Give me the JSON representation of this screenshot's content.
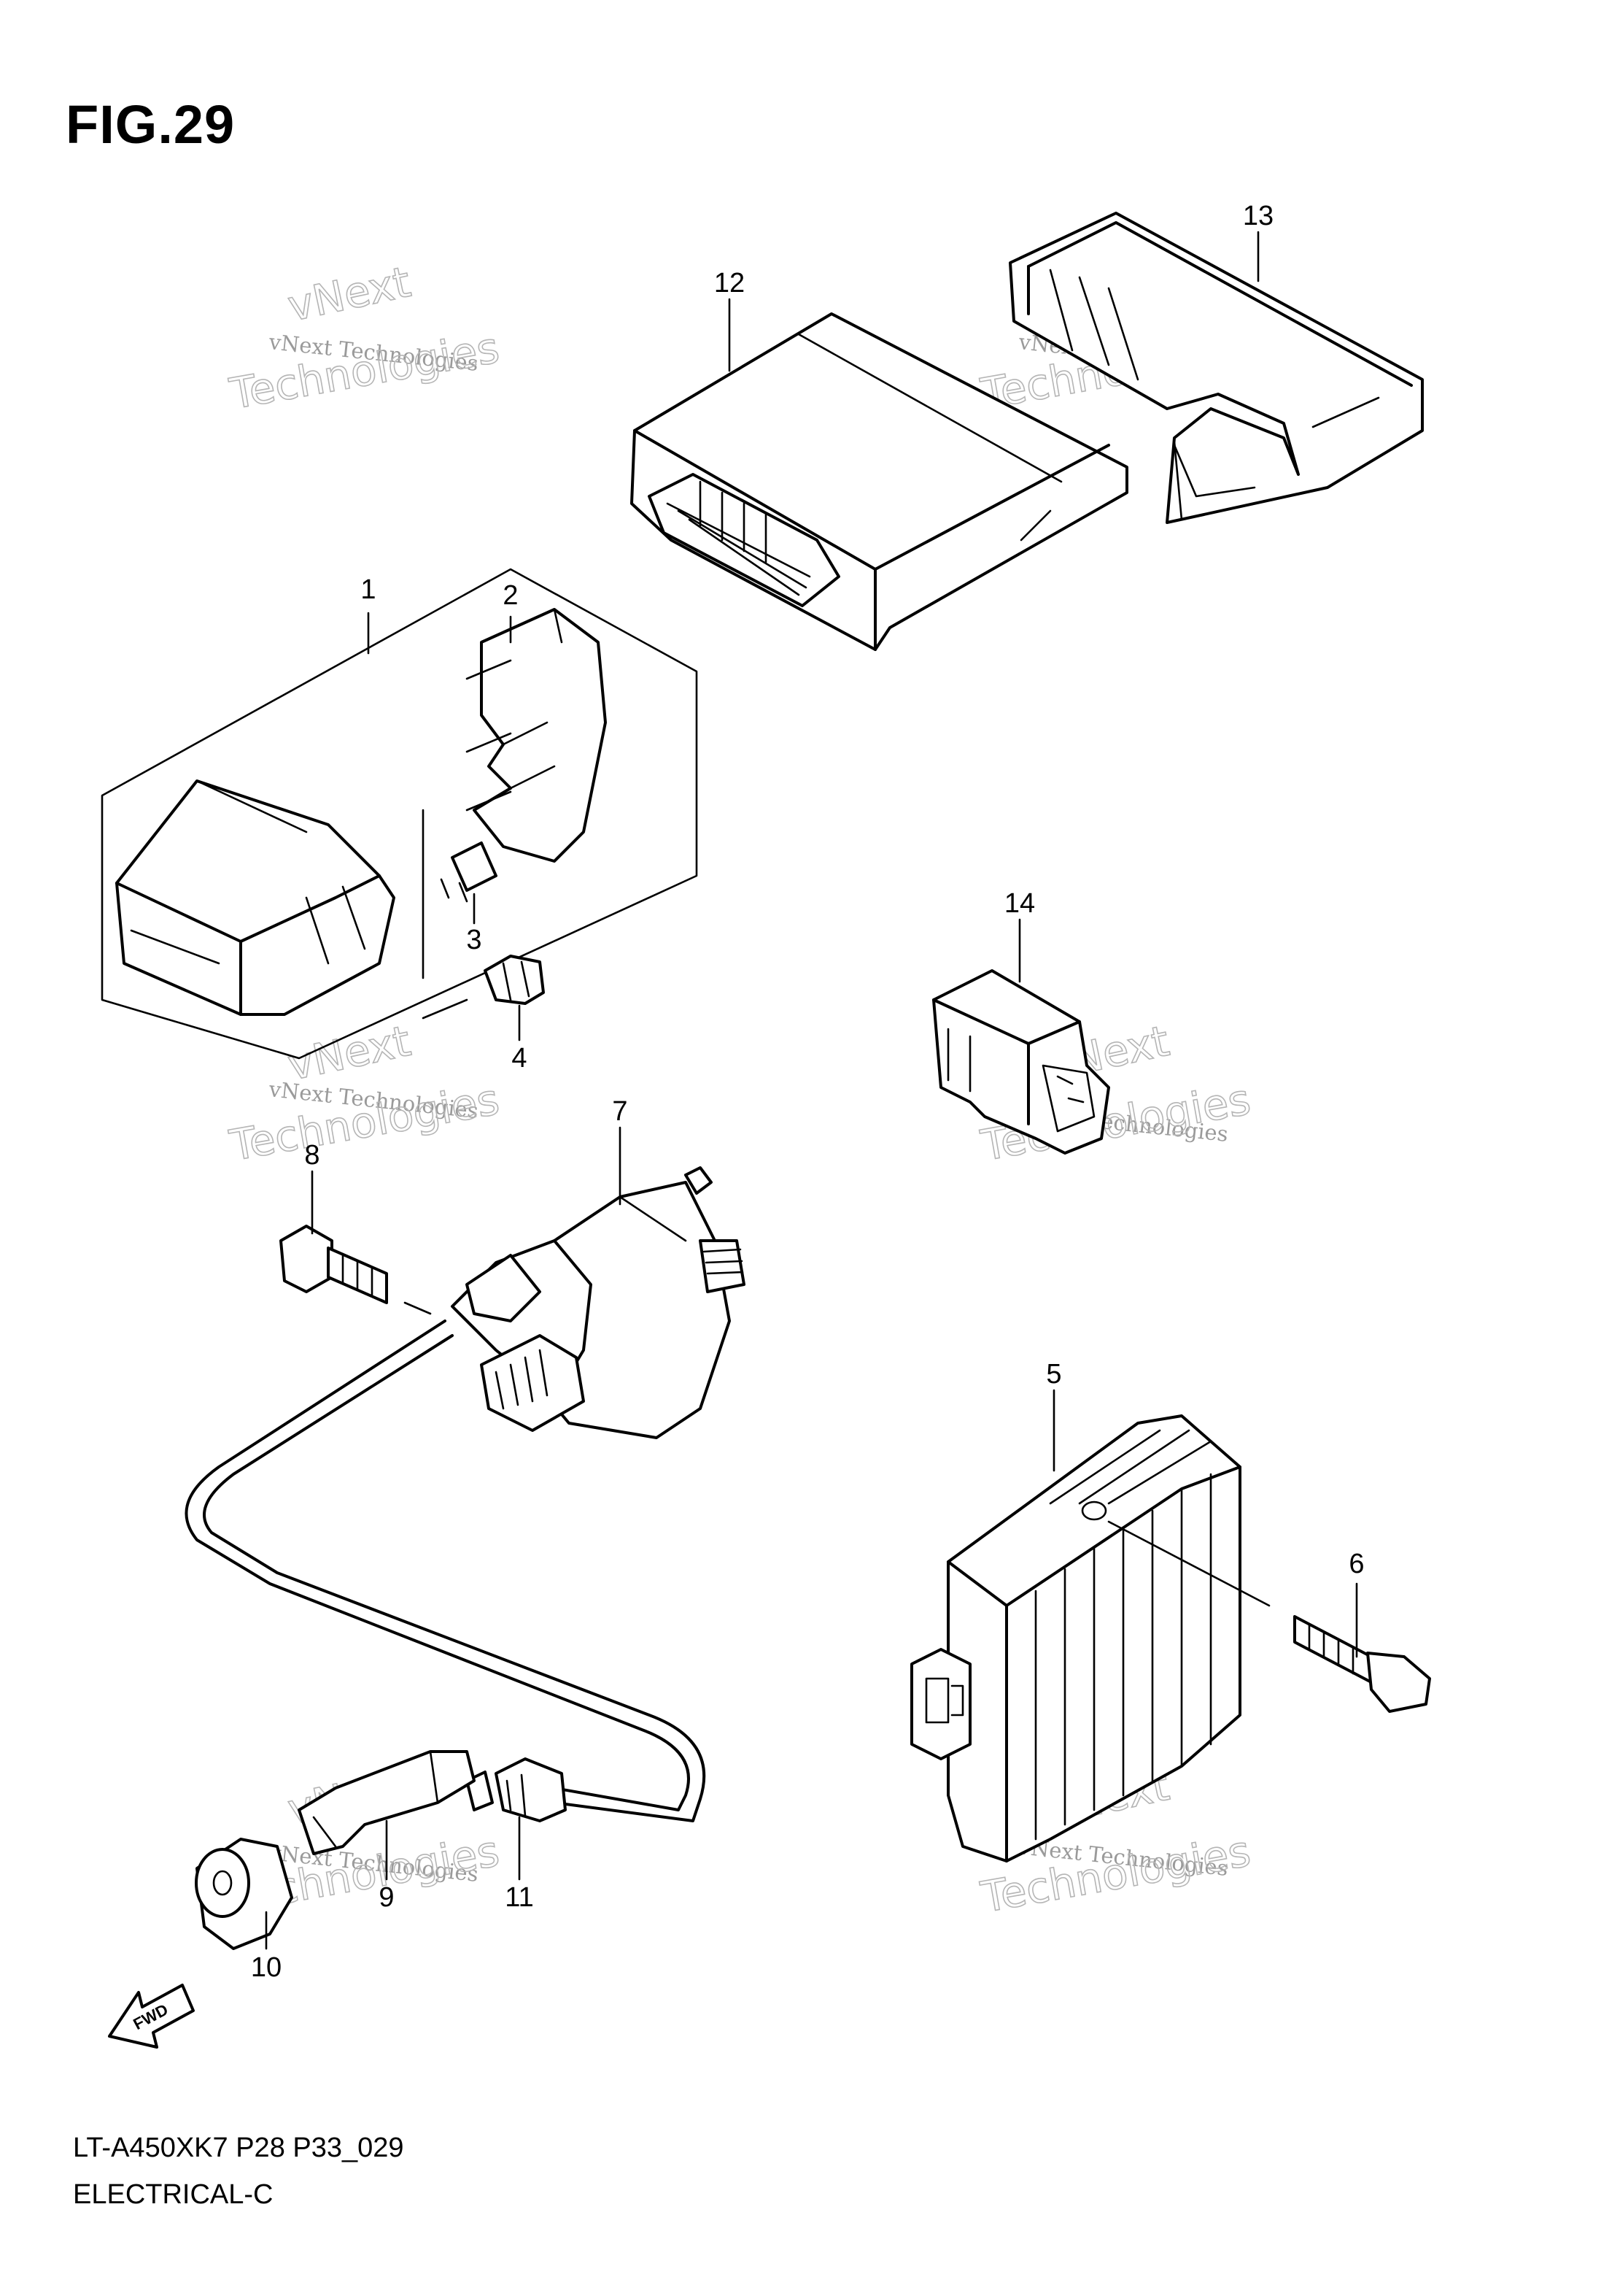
{
  "figure": {
    "title": "FIG.29",
    "model_code": "LT-A450XK7 P28 P33_029",
    "section": "ELECTRICAL-C",
    "direction_badge": "FWD"
  },
  "watermark": {
    "line1": "vNext Technologies",
    "line2": "vNext",
    "line3": "Technologies"
  },
  "parts": [
    {
      "id": "part-1",
      "label": "1"
    },
    {
      "id": "part-2",
      "label": "2"
    },
    {
      "id": "part-3",
      "label": "3"
    },
    {
      "id": "part-4",
      "label": "4"
    },
    {
      "id": "part-5",
      "label": "5"
    },
    {
      "id": "part-6",
      "label": "6"
    },
    {
      "id": "part-7",
      "label": "7"
    },
    {
      "id": "part-8",
      "label": "8"
    },
    {
      "id": "part-9",
      "label": "9"
    },
    {
      "id": "part-10",
      "label": "10"
    },
    {
      "id": "part-11",
      "label": "11"
    },
    {
      "id": "part-12",
      "label": "12"
    },
    {
      "id": "part-13",
      "label": "13"
    },
    {
      "id": "part-14",
      "label": "14"
    }
  ]
}
